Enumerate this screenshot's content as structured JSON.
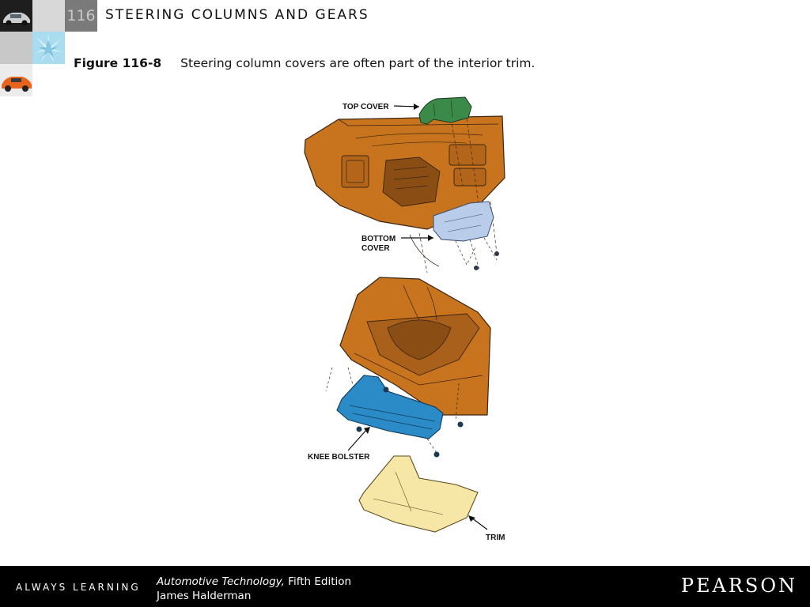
{
  "header": {
    "chapter_number": "116",
    "chapter_title": "STEERING COLUMNS AND GEARS"
  },
  "caption": {
    "figure_label": "Figure 116-8",
    "text": "Steering column covers are often part of the interior trim."
  },
  "figure": {
    "labels": {
      "top_cover": "TOP COVER",
      "bottom_cover_line1": "BOTTOM",
      "bottom_cover_line2": "COVER",
      "knee_bolster": "KNEE BOLSTER",
      "trim": "TRIM"
    },
    "colors": {
      "dash": "#c8741e",
      "top_cover": "#3c8a4a",
      "bottom_cover": "#b9cdea",
      "knee_bolster": "#2b8bc6",
      "trim": "#f7e7a6"
    }
  },
  "footer": {
    "tagline": "ALWAYS LEARNING",
    "book_title_italic": "Automotive Technology,",
    "book_title_edition": " Fifth Edition",
    "author": "James Halderman",
    "brand": "PEARSON"
  }
}
